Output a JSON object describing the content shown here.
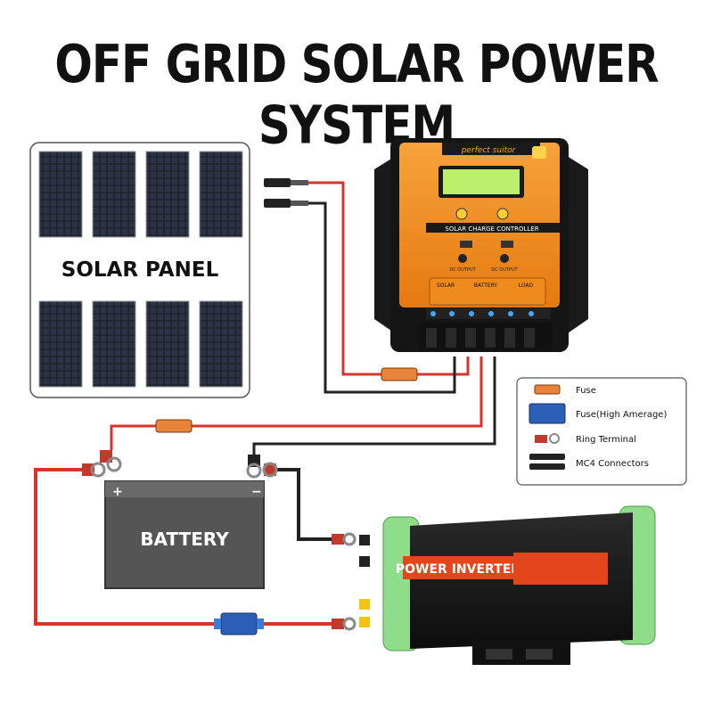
{
  "title": "OFF GRID SOLAR POWER SYSTEM",
  "solar_panel": {
    "label": "SOLAR PANEL"
  },
  "controller": {
    "brand": "perfect suitor",
    "name": "SOLAR CHARGE CONTROLLER",
    "dc_output": "DC OUTPUT",
    "terminal_labels": [
      "SOLAR",
      "BATTERY",
      "LOAD"
    ]
  },
  "battery": {
    "label": "BATTERY"
  },
  "inverter": {
    "label": "POWER INVERTER"
  },
  "legend": {
    "items": [
      {
        "label": "Fuse",
        "icon": "fuse-icon",
        "color": "#e8843a"
      },
      {
        "label": "Fuse(High Amerage)",
        "icon": "high-amperage-fuse-icon",
        "color": "#2a5fb5"
      },
      {
        "label": "Ring Terminal",
        "icon": "ring-terminal-icon",
        "color": "#c0392b"
      },
      {
        "label": "MC4 Connectors",
        "icon": "mc4-connector-icon",
        "color": "#222222"
      }
    ]
  },
  "colors": {
    "positive_wire": "#d9342b",
    "negative_wire": "#222222",
    "controller_orange": "#f08a1c",
    "inverter_green": "#8fdc8a"
  }
}
